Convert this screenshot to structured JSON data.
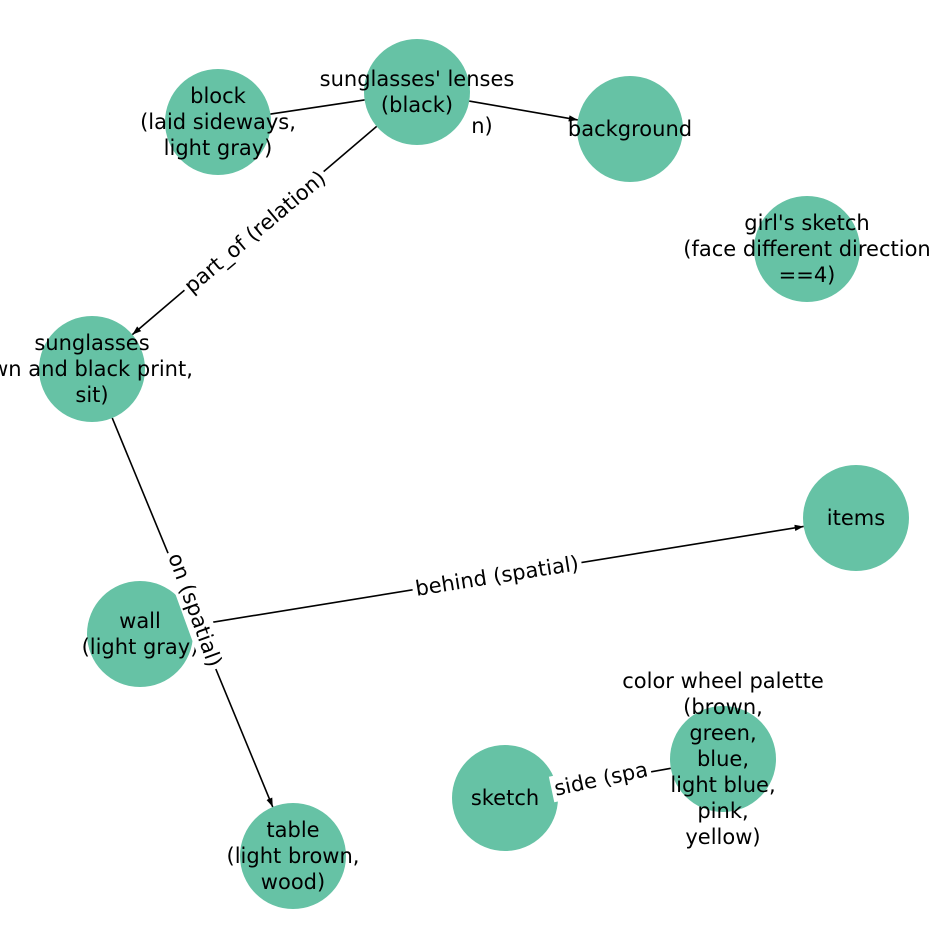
{
  "colors": {
    "node": "#66c2a5",
    "edge": "#000000",
    "text": "#000000"
  },
  "nodes": [
    {
      "id": "lenses",
      "lines": [
        "sunglasses' lenses",
        "(black)"
      ]
    },
    {
      "id": "block",
      "lines": [
        "block",
        "(laid sideways,",
        "light gray)"
      ]
    },
    {
      "id": "background",
      "lines": [
        "background"
      ]
    },
    {
      "id": "girls_sketch",
      "lines": [
        "girl's sketch",
        "(face different direction",
        "==4)"
      ]
    },
    {
      "id": "sunglasses",
      "lines": [
        "sunglasses",
        "wn and black print,",
        "sit)"
      ]
    },
    {
      "id": "items",
      "lines": [
        "items"
      ]
    },
    {
      "id": "wall",
      "lines": [
        "wall",
        "(light gray)"
      ]
    },
    {
      "id": "palette",
      "lines": [
        "color wheel palette",
        "(brown,",
        "green,",
        "blue,",
        "light blue,",
        "pink,",
        "yellow)"
      ]
    },
    {
      "id": "sketch",
      "lines": [
        "sketch"
      ]
    },
    {
      "id": "table",
      "lines": [
        "table",
        "(light brown,",
        "wood)"
      ]
    }
  ],
  "edges": [
    {
      "id": "lenses-block",
      "source": "lenses",
      "target": "block",
      "label": "",
      "arrow": false
    },
    {
      "id": "lenses-background",
      "source": "lenses",
      "target": "background",
      "label": "n)",
      "arrow": true
    },
    {
      "id": "lenses-sunglasses",
      "source": "lenses",
      "target": "sunglasses",
      "label": "part_of (relation)",
      "arrow": true
    },
    {
      "id": "sunglasses-table",
      "source": "sunglasses",
      "target": "table",
      "label": "on (spatial)",
      "arrow": true
    },
    {
      "id": "wall-items",
      "source": "wall",
      "target": "items",
      "label": "behind (spatial)",
      "arrow": true
    },
    {
      "id": "sketch-palette",
      "source": "sketch",
      "target": "palette",
      "label": "side (spa",
      "arrow": false
    }
  ]
}
